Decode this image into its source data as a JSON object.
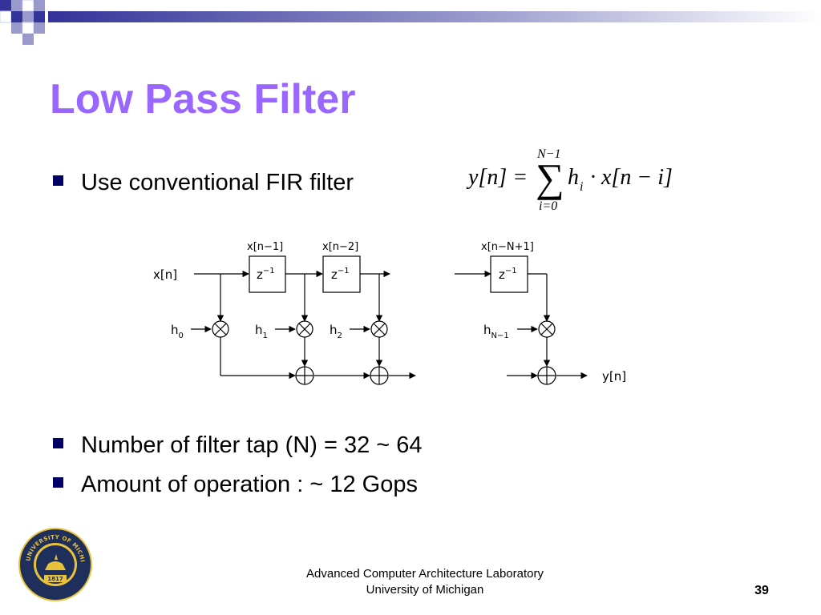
{
  "slide": {
    "title": "Low Pass Filter",
    "bullets": [
      "Use conventional FIR filter",
      "Number of filter tap (N) = 32 ~ 64",
      "Amount of operation : ~ 12 Gops"
    ],
    "page_number": "39",
    "footer": {
      "line1": "Advanced Computer Architecture Laboratory",
      "line2": "University of Michigan"
    },
    "seal_text": "THE UNIVERSITY OF MICHIGAN",
    "seal_year": "1817"
  },
  "formula": {
    "lhs": "y[n] =",
    "upper_limit": "N−1",
    "lower_limit": "i=0",
    "summand": "h",
    "summand_sub": "i",
    "rhs": "· x[n − i]"
  },
  "diagram": {
    "input_label": "x[n]",
    "output_label": "y[n]",
    "delay_label": "z",
    "delay_exp": "−1",
    "tap_labels": [
      "x[n−1]",
      "x[n−2]",
      "x[n−N+1]"
    ],
    "coeffs": [
      {
        "base": "h",
        "sub": "0"
      },
      {
        "base": "h",
        "sub": "1"
      },
      {
        "base": "h",
        "sub": "2"
      },
      {
        "base": "h",
        "sub": "N−1"
      }
    ]
  },
  "colors": {
    "title": "#9966ff",
    "bullet": "#000066",
    "decor_dark": "#333399",
    "decor_light": "#9999cc"
  }
}
